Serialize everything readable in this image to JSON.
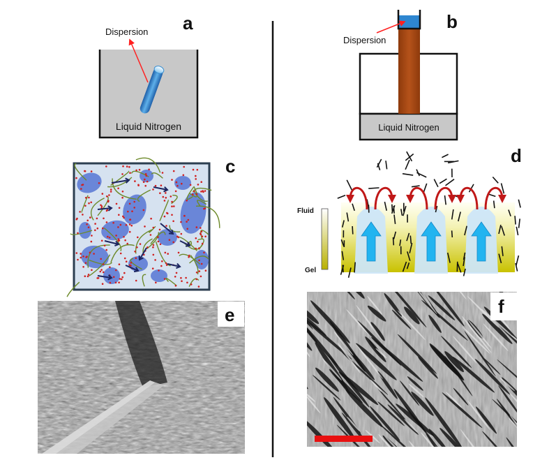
{
  "panels": {
    "a": {
      "letter": "a",
      "dispersion_label": "Dispersion",
      "bath_label": "Liquid Nitrogen"
    },
    "b": {
      "letter": "b",
      "dispersion_label": "Dispersion",
      "bath_label": "Liquid Nitrogen"
    },
    "c": {
      "letter": "c"
    },
    "d": {
      "letter": "d",
      "gradient_top_label": "Fluid",
      "gradient_bottom_label": "Gel"
    },
    "e": {
      "letter": "e"
    },
    "f": {
      "letter": "f"
    }
  },
  "colors": {
    "ln2_gray": "#c8c8c8",
    "tube_blue": "#3a8fd0",
    "rod_brown": "#a5450f",
    "arrow_red": "#ff2020",
    "flow_red": "#c01818",
    "blob_blue": "#6a86d8",
    "panel_c_bg": "#d6e2f0",
    "flow_cyan": "#22b4f0",
    "gel_yellow": "#c9c200",
    "scale_bar_red": "#e81010"
  }
}
